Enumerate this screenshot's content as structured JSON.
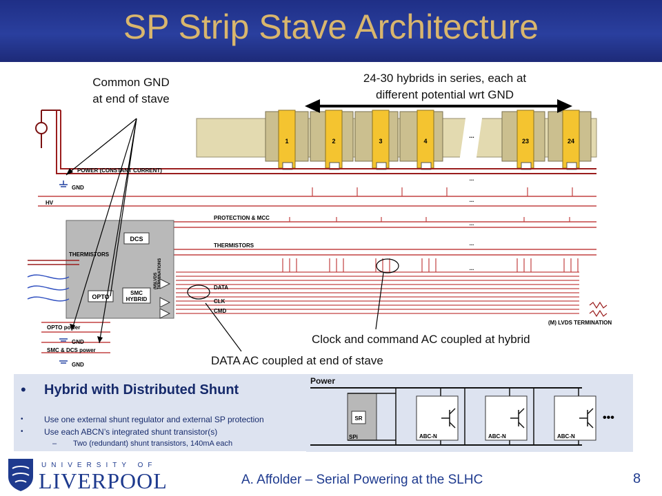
{
  "slide": {
    "title": "SP Strip Stave Architecture",
    "footer": "A. Affolder – Serial Powering at the SLHC",
    "page_number": "8",
    "logo_line1": "UNIVERSITY OF",
    "logo_line2": "LIVERPOOL"
  },
  "annotations": {
    "common_gnd_1": "Common GND",
    "common_gnd_2": "at end of stave",
    "hybrids_1": "24-30 hybrids in series, each at",
    "hybrids_2": "different potential wrt GND",
    "clock_cmd": "Clock and command AC coupled at hybrid",
    "data_ac": "DATA  AC coupled at end of stave"
  },
  "diagram": {
    "hybrids": [
      "1",
      "2",
      "3",
      "4",
      "23",
      "24"
    ],
    "lines": {
      "power": "POWER (CONSTANT CURRENT)",
      "gnd": "GND",
      "hv": "HV",
      "protection": "PROTECTION & MCC",
      "thermistors": "THERMISTORS",
      "data": "DATA",
      "clk": "CLK",
      "cmd": "CMD",
      "lvds": "(M) LVDS TERMINATION",
      "opto_power": "OPTO power",
      "smc_dcs_power": "SMC & DCS power"
    },
    "box": {
      "dcs": "DCS",
      "thermistors": "THERMISTORS",
      "opto": "OPTO",
      "smc1": "SMC",
      "smc2": "HYBRID",
      "mlvds1": "(M)LVDS",
      "mlvds2": "TERMINATIONS"
    },
    "ellipsis": "...",
    "ellipsis_sm": "..."
  },
  "bullets": {
    "main": "Hybrid with Distributed Shunt",
    "items": [
      "Use one external shunt regulator and external SP protection",
      "Use each ABCN’s integrated shunt transistor(s)"
    ],
    "sub": "Two (redundant) shunt transistors, 140mA each"
  },
  "schematic": {
    "power": "Power",
    "sr": "SR",
    "spi": "SPi",
    "abc": [
      "ABC-N",
      "ABC-N",
      "ABC-N"
    ],
    "dots": "•••"
  }
}
